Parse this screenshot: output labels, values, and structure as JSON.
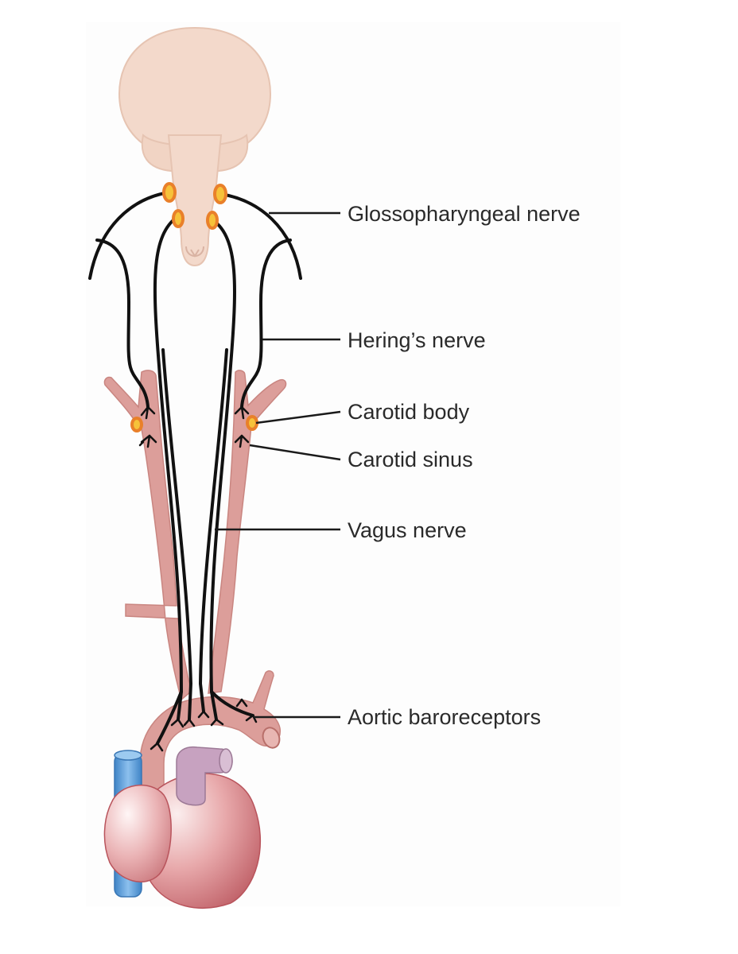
{
  "labels": {
    "glossopharyngeal": "Glossopharyngeal nerve",
    "herings": "Hering’s nerve",
    "carotid_body": "Carotid body",
    "carotid_sinus": "Carotid sinus",
    "vagus": "Vagus nerve",
    "aortic": "Aortic baroreceptors"
  },
  "colors": {
    "brain": "#f3d9cb",
    "brain_outline": "#e6c4b2",
    "artery": "#dc9e9a",
    "artery_outline": "#c98580",
    "nerve": "#111111",
    "receptor_fill": "#f6c23a",
    "receptor_ring": "#e9802a",
    "vein": "#5d9fd8",
    "pulmonary": "#c7a2c0",
    "heart": "#d7868c",
    "heart_light": "#f4d6d6"
  }
}
